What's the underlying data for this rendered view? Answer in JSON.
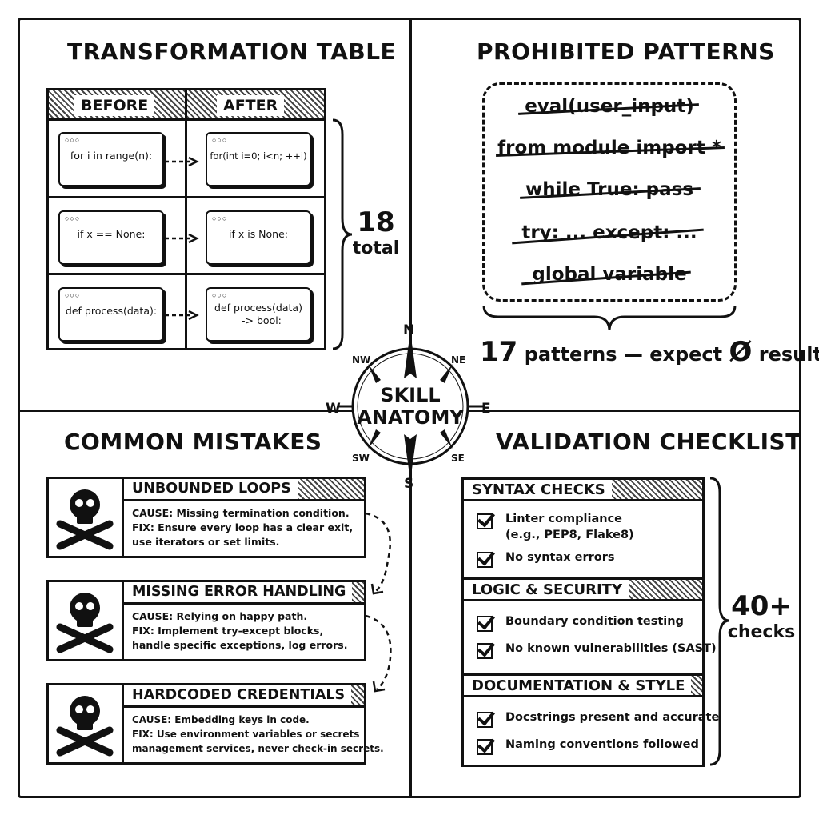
{
  "transformation": {
    "title": "TRANSFORMATION TABLE",
    "before_header": "BEFORE",
    "after_header": "AFTER",
    "rows": [
      {
        "before": "for i in range(n):",
        "after": "for(int i=0; i<n; ++i)"
      },
      {
        "before": "if x == None:",
        "after": "if x is None:"
      },
      {
        "before": "def process(data):",
        "after": "def process(data)\n  -> bool:"
      }
    ],
    "count": "18",
    "count_label": "total"
  },
  "prohibited": {
    "title": "PROHIBITED PATTERNS",
    "patterns": [
      "eval(user_input)",
      "from module import *",
      "while True: pass",
      "try: ... except: ...",
      "global variable"
    ],
    "count": "17",
    "footer_text": "patterns — expect",
    "zero_symbol": "Ø",
    "footer_end": "results"
  },
  "compass": {
    "center_line1": "SKILL",
    "center_line2": "ANATOMY",
    "n": "N",
    "ne": "NE",
    "e": "E",
    "se": "SE",
    "s": "S",
    "sw": "SW",
    "w": "W",
    "nw": "NW"
  },
  "mistakes": {
    "title": "COMMON MISTAKES",
    "items": [
      {
        "heading": "UNBOUNDED LOOPS",
        "cause": "CAUSE: Missing termination condition.",
        "fix1": "FIX: Ensure every loop has a clear exit,",
        "fix2": "use iterators or set limits."
      },
      {
        "heading": "MISSING ERROR HANDLING",
        "cause": "CAUSE: Relying on happy path.",
        "fix1": "FIX: Implement try-except blocks,",
        "fix2": "handle specific exceptions, log errors."
      },
      {
        "heading": "HARDCODED CREDENTIALS",
        "cause": "CAUSE: Embedding keys in code.",
        "fix1": "FIX: Use environment variables or secrets",
        "fix2": "management services, never check-in secrets."
      }
    ]
  },
  "validation": {
    "title": "VALIDATION CHECKLIST",
    "sections": [
      {
        "heading": "SYNTAX CHECKS",
        "items": [
          "Linter compliance",
          "(e.g., PEP8, Flake8)",
          "No syntax errors"
        ]
      },
      {
        "heading": "LOGIC & SECURITY",
        "items": [
          "Boundary condition testing",
          "No known vulnerabilities (SAST)"
        ]
      },
      {
        "heading": "DOCUMENTATION & STYLE",
        "items": [
          "Docstrings present and accurate",
          "Naming conventions followed"
        ]
      }
    ],
    "count": "40+",
    "count_label": "checks"
  }
}
